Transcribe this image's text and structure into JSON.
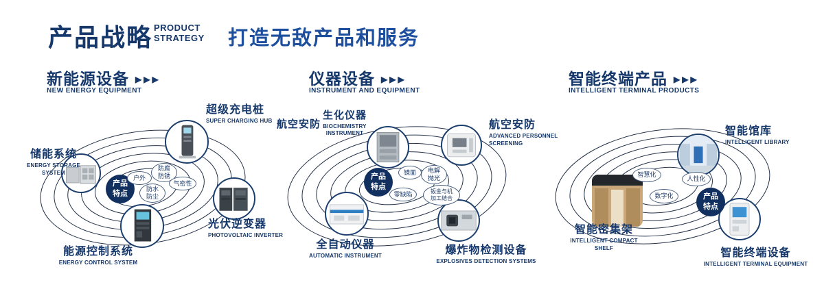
{
  "header": {
    "title": "产品战略",
    "subtitle_line1": "PRODUCT",
    "subtitle_line2": "STRATEGY",
    "slogan": "打造无敌产品和服务"
  },
  "icons": {
    "section_marker": "▶▶▶"
  },
  "badge_text": "产品\n特点",
  "colors": {
    "navy": "#16386b",
    "accent_blue": "#1d4f9e",
    "badge_navy": "#12305f"
  },
  "sections": [
    {
      "title": "新能源设备",
      "title_en": "NEW ENERGY EQUIPMENT",
      "tags": [
        "户外",
        "防腐\n防锈",
        "防水\n防尘",
        "气密性"
      ],
      "items": [
        {
          "cn": "储能系统",
          "en": "ENERGY STORAGE SYSTEM"
        },
        {
          "cn": "超级充电桩",
          "en": "SUPER CHARGING HUB"
        },
        {
          "cn": "光伏逆变器",
          "en": "PHOTOVOLTAIC INVERTER"
        },
        {
          "cn": "能源控制系统",
          "en": "ENERGY CONTROL SYSTEM"
        }
      ]
    },
    {
      "title": "仪器设备",
      "title_en": "INSTRUMENT AND EQUIPMENT",
      "extra_label": "航空安防",
      "tags": [
        "镜面",
        "电解\n抛光",
        "零缺陷",
        "钣金与机\n加工结合"
      ],
      "items": [
        {
          "cn": "生化仪器",
          "en": "BIOCHEMISTRY INSTRUMENT"
        },
        {
          "cn": "航空安防",
          "en": "ADVANCED PERSONNEL SCREENING"
        },
        {
          "cn": "全自动仪器",
          "en": "AUTOMATIC INSTRUMENT"
        },
        {
          "cn": "爆炸物检测设备",
          "en": "EXPLOSIVES DETECTION SYSTEMS"
        }
      ]
    },
    {
      "title": "智能终端产品",
      "title_en": "INTELLIGENT TERMINAL PRODUCTS",
      "tags": [
        "智慧化",
        "人性化",
        "数字化"
      ],
      "items": [
        {
          "cn": "智能馆库",
          "en": "INTELLIGENT LIBRARY"
        },
        {
          "cn": "智能密集架",
          "en": "INTELLIGENT COMPACT SHELF"
        },
        {
          "cn": "智能终端设备",
          "en": "INTELLIGENT TERMINAL EQUIPMENT"
        }
      ]
    }
  ]
}
